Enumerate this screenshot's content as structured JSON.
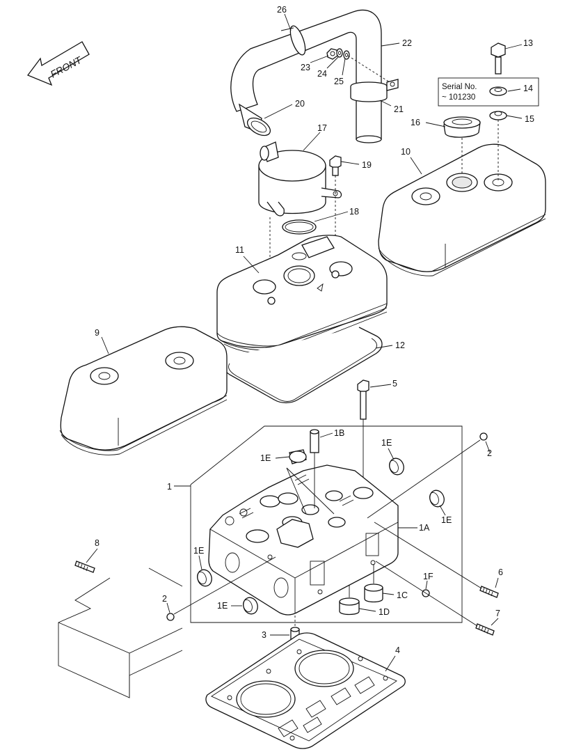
{
  "front_label": "FRONT",
  "serial_note": {
    "line1": "Serial No.",
    "line2": "~ 101230"
  },
  "callouts": {
    "c1": "1",
    "c1A": "1A",
    "c1B": "1B",
    "c1C": "1C",
    "c1D": "1D",
    "c1E_a": "1E",
    "c1E_b": "1E",
    "c1E_c": "1E",
    "c1E_d": "1E",
    "c1E_e": "1E",
    "c1F": "1F",
    "c2_a": "2",
    "c2_b": "2",
    "c3": "3",
    "c4": "4",
    "c5": "5",
    "c6": "6",
    "c7": "7",
    "c8": "8",
    "c9": "9",
    "c10": "10",
    "c11": "11",
    "c12": "12",
    "c13": "13",
    "c14": "14",
    "c15": "15",
    "c16": "16",
    "c17": "17",
    "c18": "18",
    "c19": "19",
    "c20": "20",
    "c21": "21",
    "c22": "22",
    "c23": "23",
    "c24": "24",
    "c25": "25",
    "c26": "26"
  },
  "colors": {
    "line": "#111111",
    "background": "#ffffff",
    "bg_tint": "#e8e8e8"
  }
}
